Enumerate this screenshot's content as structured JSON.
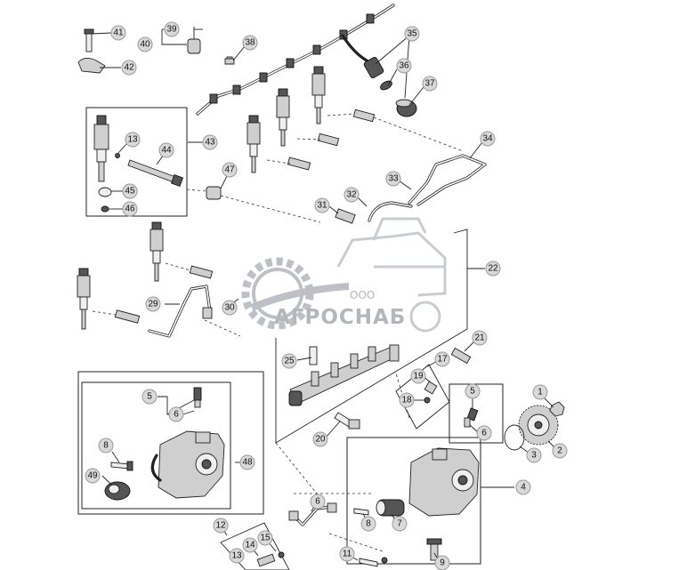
{
  "watermark": {
    "company_form": "ООО",
    "brand": "АГРОСНАБ"
  },
  "callouts": [
    "1",
    "2",
    "3",
    "4",
    "5",
    "6",
    "7",
    "8",
    "9",
    "11",
    "12",
    "13",
    "14",
    "15",
    "17",
    "18",
    "19",
    "20",
    "21",
    "22",
    "25",
    "29",
    "30",
    "31",
    "32",
    "33",
    "34",
    "35",
    "36",
    "37",
    "38",
    "39",
    "40",
    "41",
    "42",
    "43",
    "44",
    "45",
    "46",
    "47",
    "48",
    "49"
  ],
  "colors": {
    "callout_fill": "#d9d9d9",
    "line": "#222222",
    "watermark": "#9aa0a6"
  }
}
